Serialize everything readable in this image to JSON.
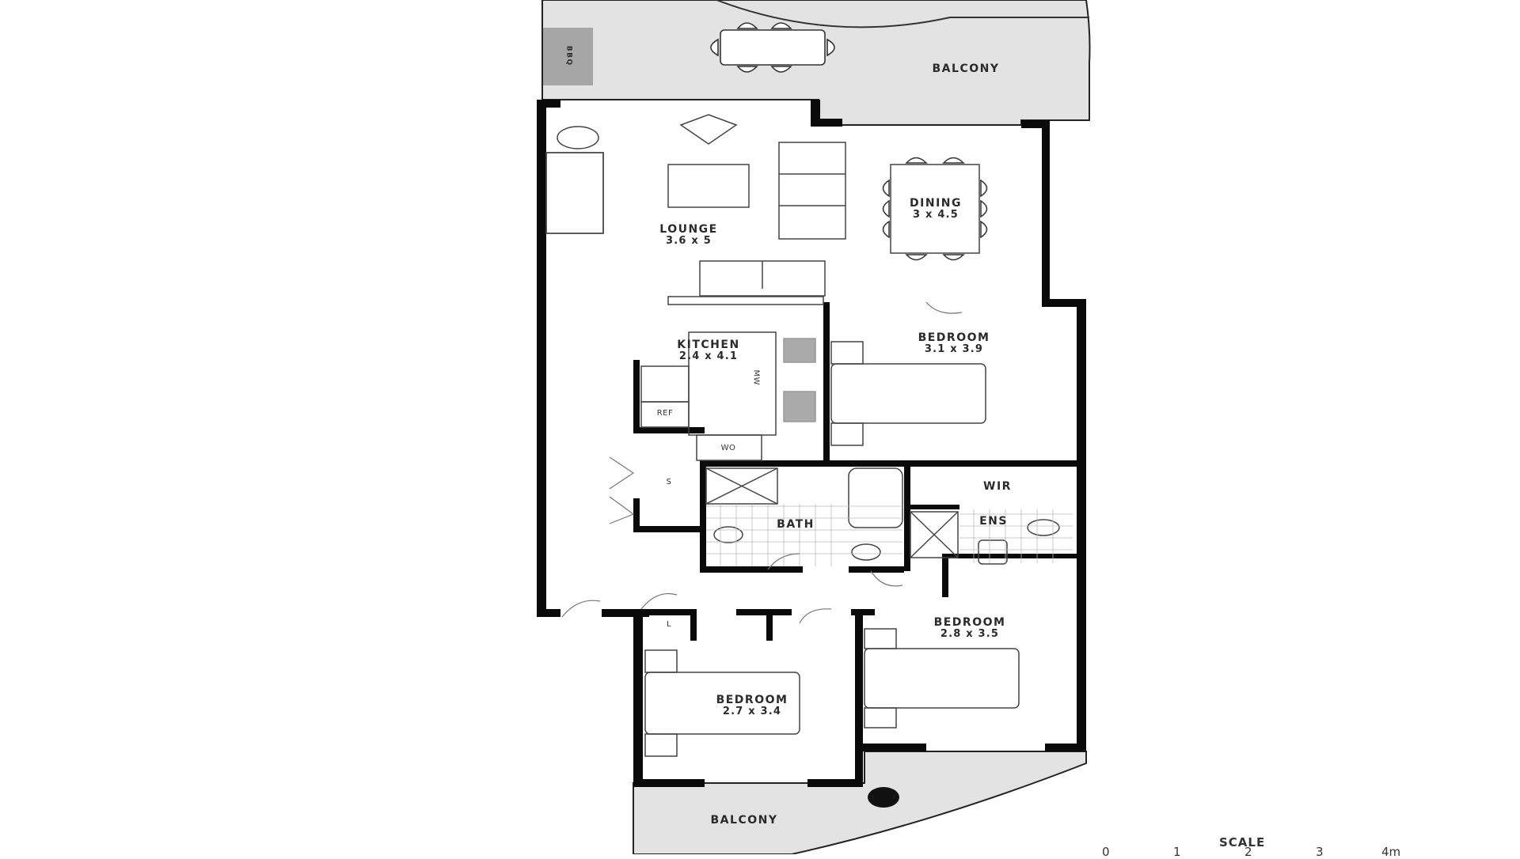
{
  "plan": {
    "rooms": [
      {
        "id": "balcony-top",
        "name": "BALCONY",
        "dims": ""
      },
      {
        "id": "lounge",
        "name": "LOUNGE",
        "dims": "3.6 x 5"
      },
      {
        "id": "dining",
        "name": "DINING",
        "dims": "3 x 4.5"
      },
      {
        "id": "kitchen",
        "name": "KITCHEN",
        "dims": "2.4 x 4.1"
      },
      {
        "id": "bedroom-1",
        "name": "BEDROOM",
        "dims": "3.1 x 3.9"
      },
      {
        "id": "bath",
        "name": "BATH",
        "dims": ""
      },
      {
        "id": "wir",
        "name": "WIR",
        "dims": ""
      },
      {
        "id": "ens",
        "name": "ENS",
        "dims": ""
      },
      {
        "id": "bedroom-2",
        "name": "BEDROOM",
        "dims": "2.8 x 3.5"
      },
      {
        "id": "bedroom-3",
        "name": "BEDROOM",
        "dims": "2.7 x 3.4"
      },
      {
        "id": "balcony-bottom",
        "name": "BALCONY",
        "dims": ""
      }
    ],
    "fixtures": {
      "bbq": "BBQ",
      "ref": "REF",
      "wo": "WO",
      "mw": "MW",
      "storage": "S",
      "linen": "L"
    }
  },
  "scale": {
    "title": "SCALE",
    "ticks": [
      "0",
      "1",
      "2",
      "3",
      "4m"
    ]
  },
  "colors": {
    "wall": "#0a0a0a",
    "balcony_fill": "#e3e3e3",
    "bbq_fill": "#a6a6a6",
    "line": "#555555",
    "background": "#ffffff"
  }
}
